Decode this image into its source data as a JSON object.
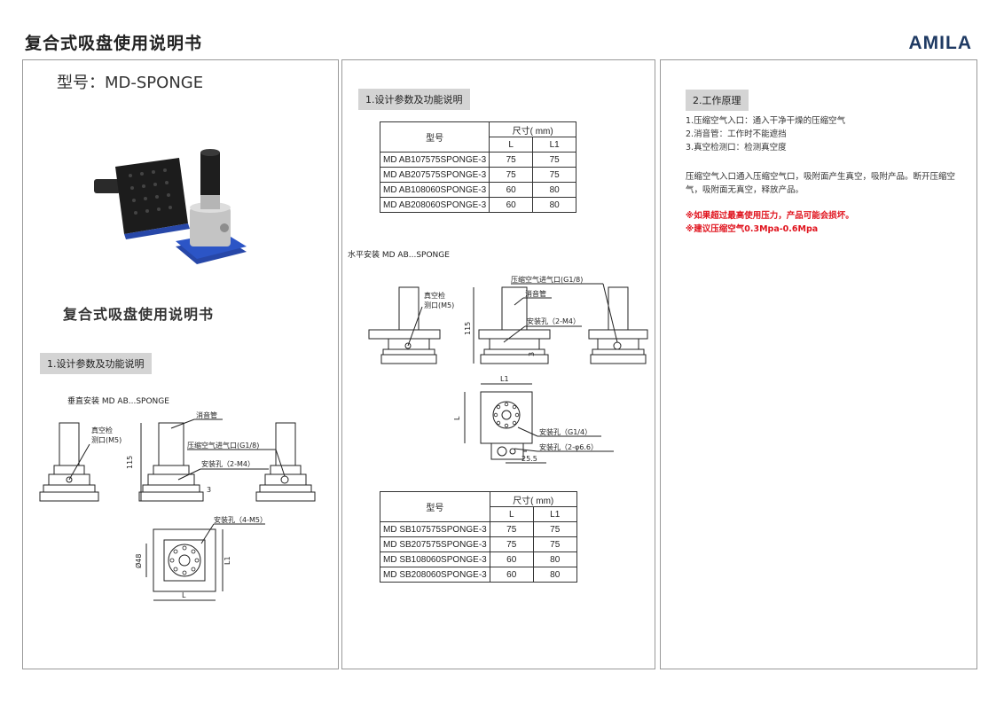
{
  "header": {
    "title": "复合式吸盘使用说明书",
    "brand": "AMILA"
  },
  "panel1": {
    "model_label": "型号：MD-SPONGE",
    "sub_title": "复合式吸盘使用说明书",
    "section": "1.设计参数及功能说明",
    "caption": "垂直安装 MD AB...SPONGE",
    "callouts": {
      "muffler": "消音管",
      "vacuum_port_1": "真空检",
      "vacuum_port_2": "测口(M5)",
      "air_inlet": "压缩空气进气口(G1/8)",
      "mount_hole": "安装孔（2-M4）",
      "dim_115": "115",
      "dim_3": "3",
      "mount_hole_4": "安装孔（4-M5）",
      "dia_48": "Ø48",
      "dim_L": "L",
      "dim_L1": "L1"
    }
  },
  "panel2": {
    "section": "1.设计参数及功能说明",
    "table_ab": {
      "header_model": "型号",
      "header_size": "尺寸( mm)",
      "header_L": "L",
      "header_L1": "L1",
      "rows": [
        {
          "model": "MD AB107575SPONGE-3",
          "L": "75",
          "L1": "75"
        },
        {
          "model": "MD AB207575SPONGE-3",
          "L": "75",
          "L1": "75"
        },
        {
          "model": "MD AB108060SPONGE-3",
          "L": "60",
          "L1": "80"
        },
        {
          "model": "MD AB208060SPONGE-3",
          "L": "60",
          "L1": "80"
        }
      ]
    },
    "caption": "水平安装 MD AB...SPONGE",
    "callouts": {
      "air_inlet": "压缩空气进气口(G1/8)",
      "vacuum_port_1": "真空检",
      "vacuum_port_2": "测口(M5)",
      "muffler": "消音管",
      "mount_hole": "安装孔（2-M4）",
      "dim_115": "115",
      "dim_3": "3",
      "dim_L1": "L1",
      "dim_L": "L",
      "mount_hole_g14": "安装孔（G1/4）",
      "mount_hole_66": "安装孔（2-φ6.6）",
      "dim_255": "25.5"
    },
    "table_sb": {
      "header_model": "型号",
      "header_size": "尺寸( mm)",
      "header_L": "L",
      "header_L1": "L1",
      "rows": [
        {
          "model": "MD SB107575SPONGE-3",
          "L": "75",
          "L1": "75"
        },
        {
          "model": "MD SB207575SPONGE-3",
          "L": "75",
          "L1": "75"
        },
        {
          "model": "MD SB108060SPONGE-3",
          "L": "60",
          "L1": "80"
        },
        {
          "model": "MD SB208060SPONGE-3",
          "L": "60",
          "L1": "80"
        }
      ]
    }
  },
  "panel3": {
    "section": "2.工作原理",
    "list": [
      "1.压缩空气入口：通入干净干燥的压缩空气",
      "2.消音管：工作时不能遮挡",
      "3.真空检测口：检测真空度"
    ],
    "paragraph": "压缩空气入口通入压缩空气口，吸附面产生真空，吸附产品。断开压缩空气，吸附面无真空，释放产品。",
    "warnings": [
      "※如果超过最高使用压力，产品可能会损坏。",
      "※建议压缩空气0.3Mpa-0.6Mpa"
    ]
  }
}
